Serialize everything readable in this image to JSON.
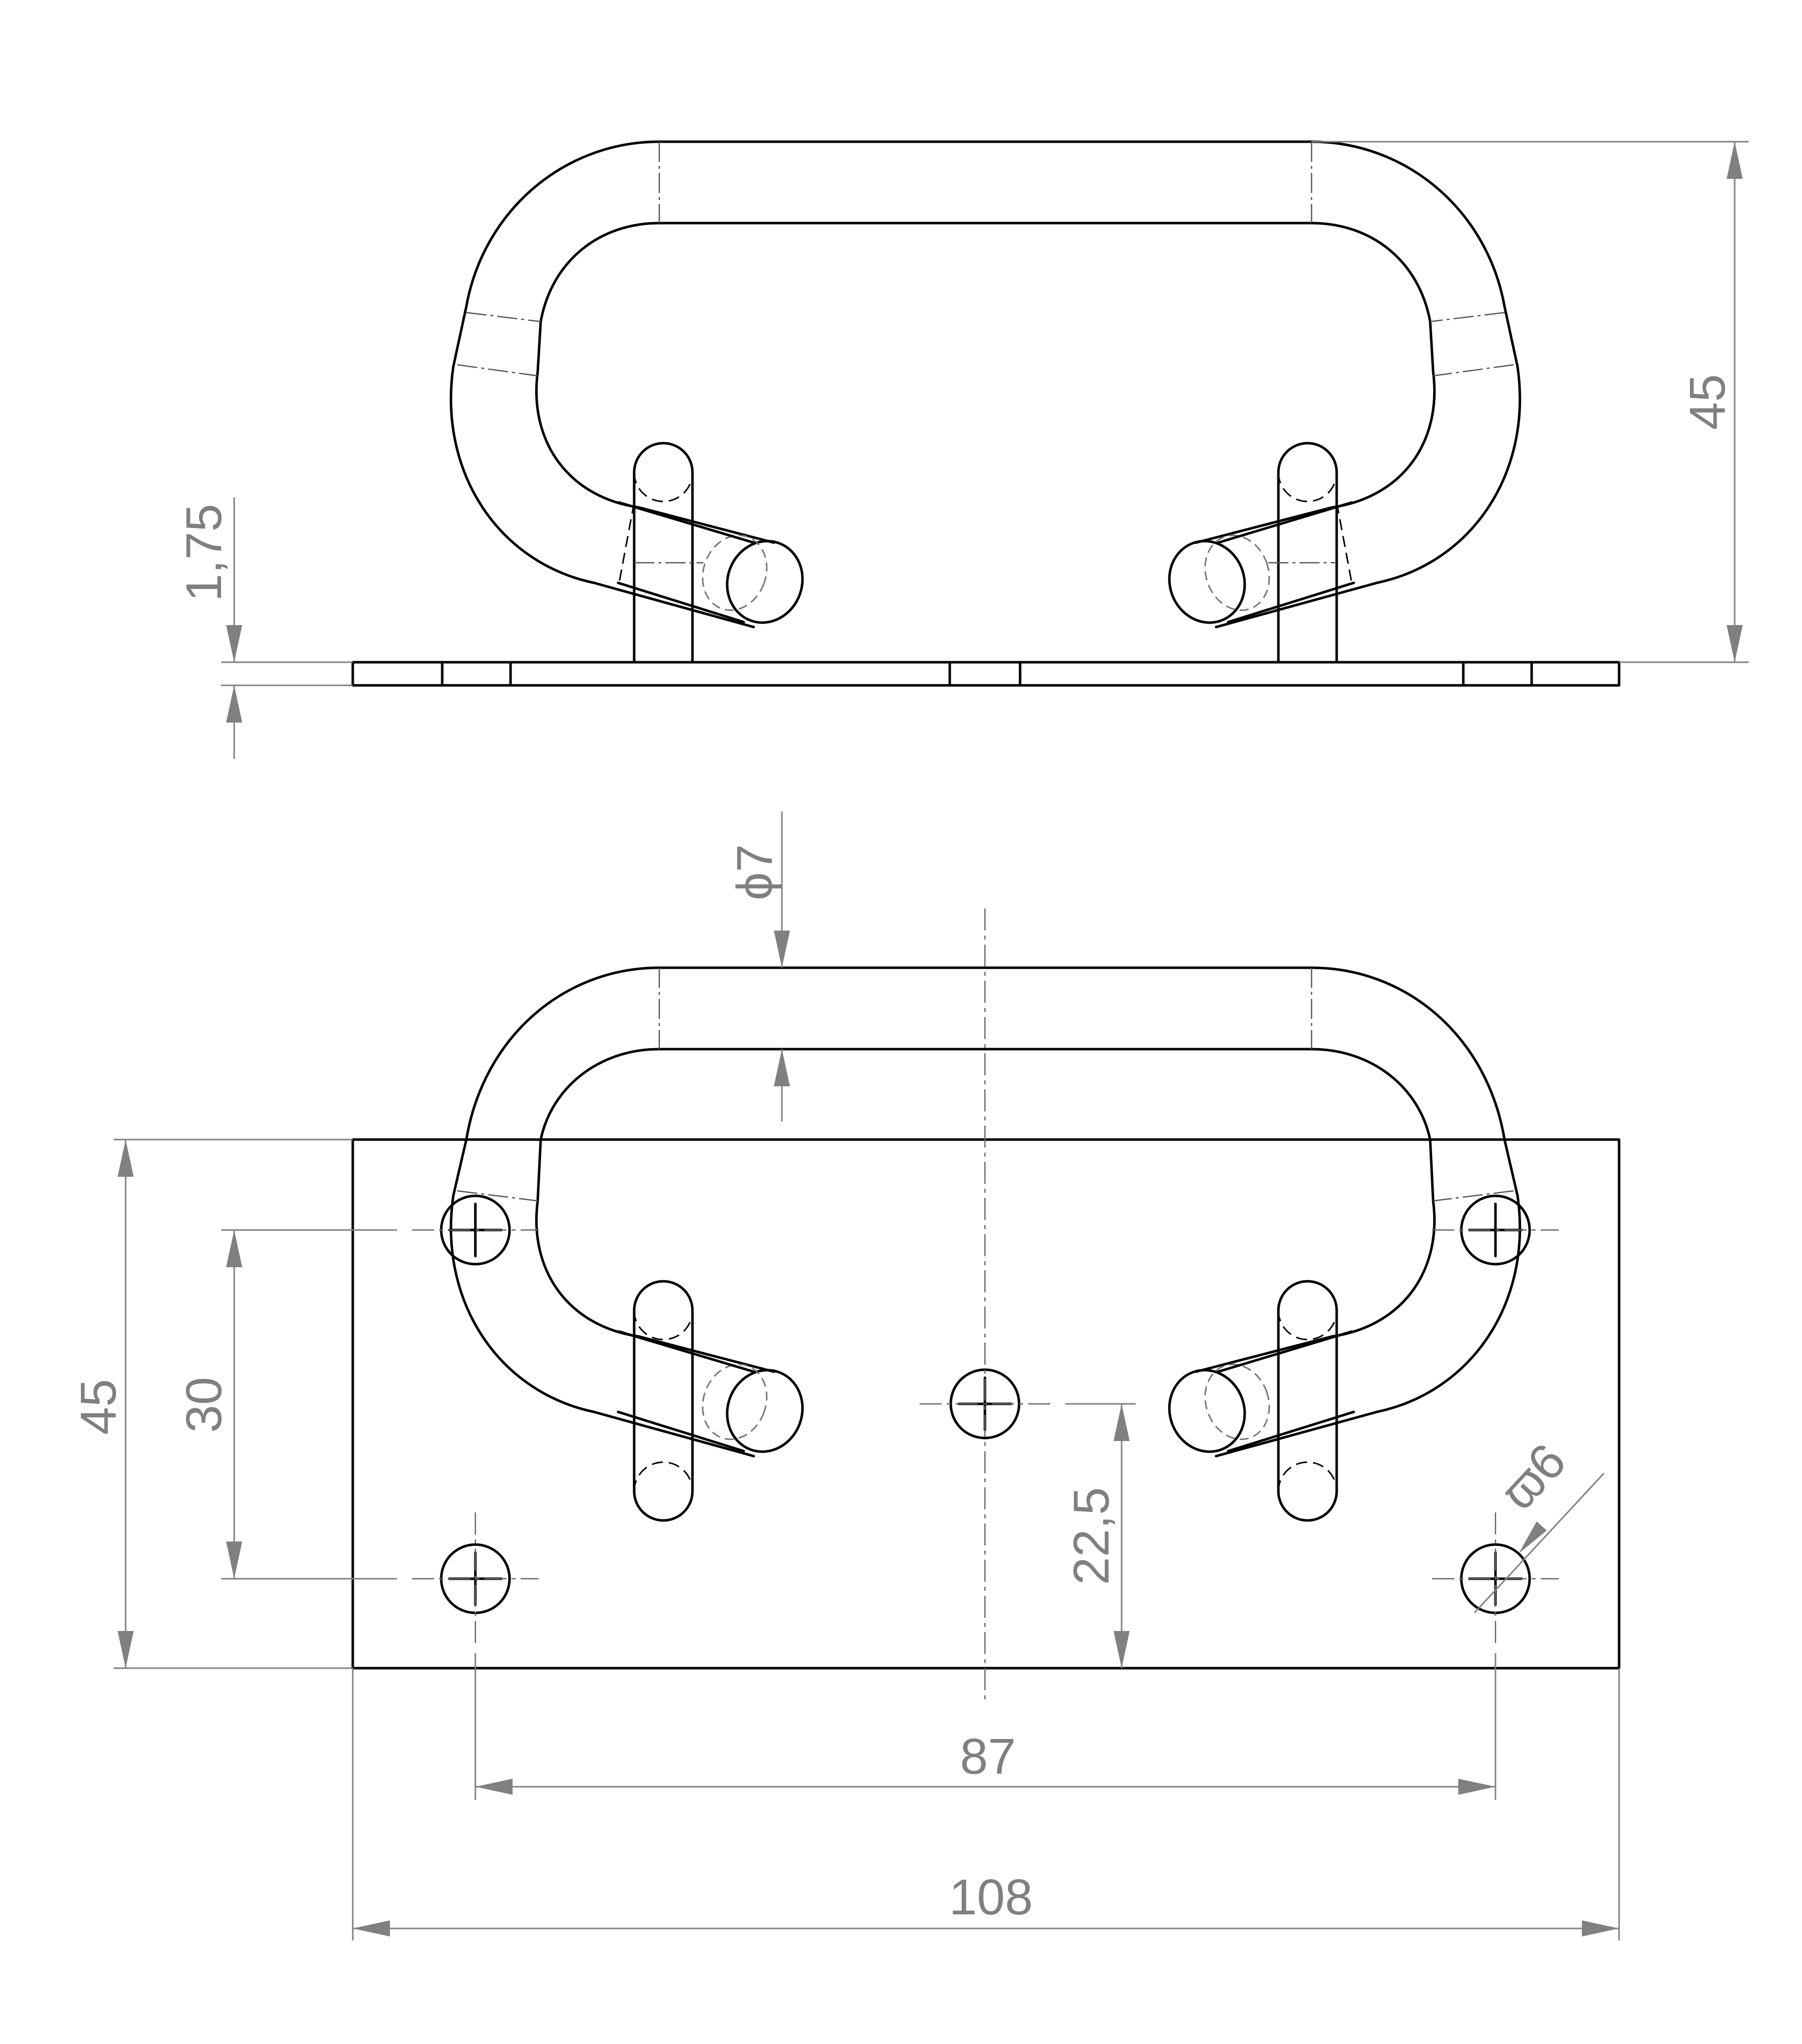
{
  "dimensions": {
    "handle_height": "45",
    "plate_thickness": "1,75",
    "tube_diameter": "ϕ7",
    "plate_width": "45",
    "hole_spacing_vertical": "30",
    "center_hole_offset": "22,5",
    "hole_diameter": "ϖ6",
    "hole_spacing_horizontal": "87",
    "plate_length": "108"
  }
}
